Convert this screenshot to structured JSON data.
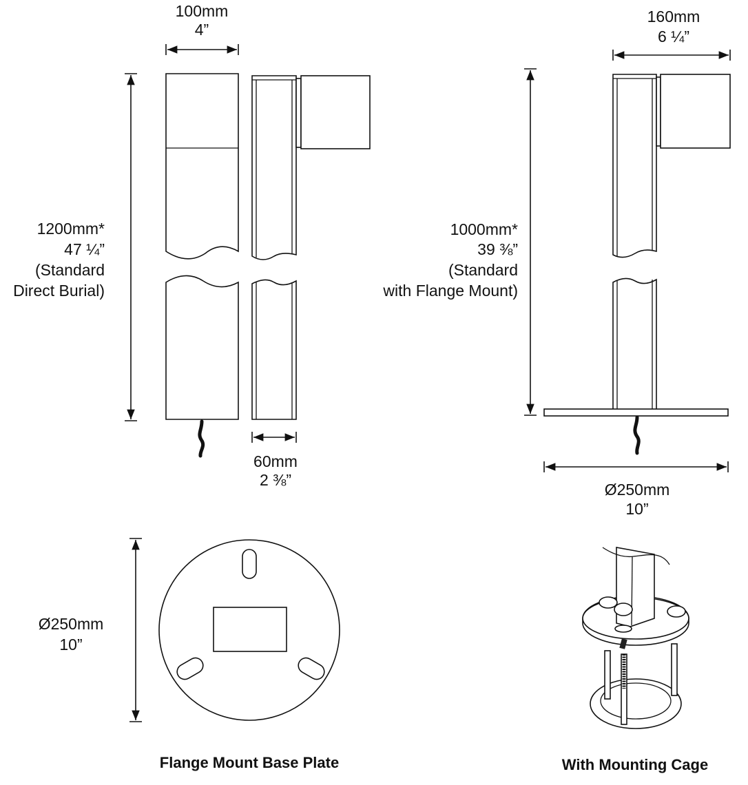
{
  "direct_burial": {
    "width_mm": "100mm",
    "width_in": "4”",
    "height_mm": "1200mm*",
    "height_in": "47 ¼”",
    "height_note_1": "(Standard",
    "height_note_2": "Direct Burial)",
    "depth_mm": "60mm",
    "depth_in": "2 ⅜”"
  },
  "flange_version": {
    "width_mm": "160mm",
    "width_in": "6 ¼”",
    "height_mm": "1000mm*",
    "height_in": "39 ⅜”",
    "height_note_1": "(Standard",
    "height_note_2": "with Flange Mount)",
    "flange_mm": "Ø250mm",
    "flange_in": "10”"
  },
  "base_plate": {
    "dia_mm": "Ø250mm",
    "dia_in": "10”",
    "caption": "Flange Mount Base Plate"
  },
  "cage": {
    "caption": "With Mounting Cage"
  }
}
